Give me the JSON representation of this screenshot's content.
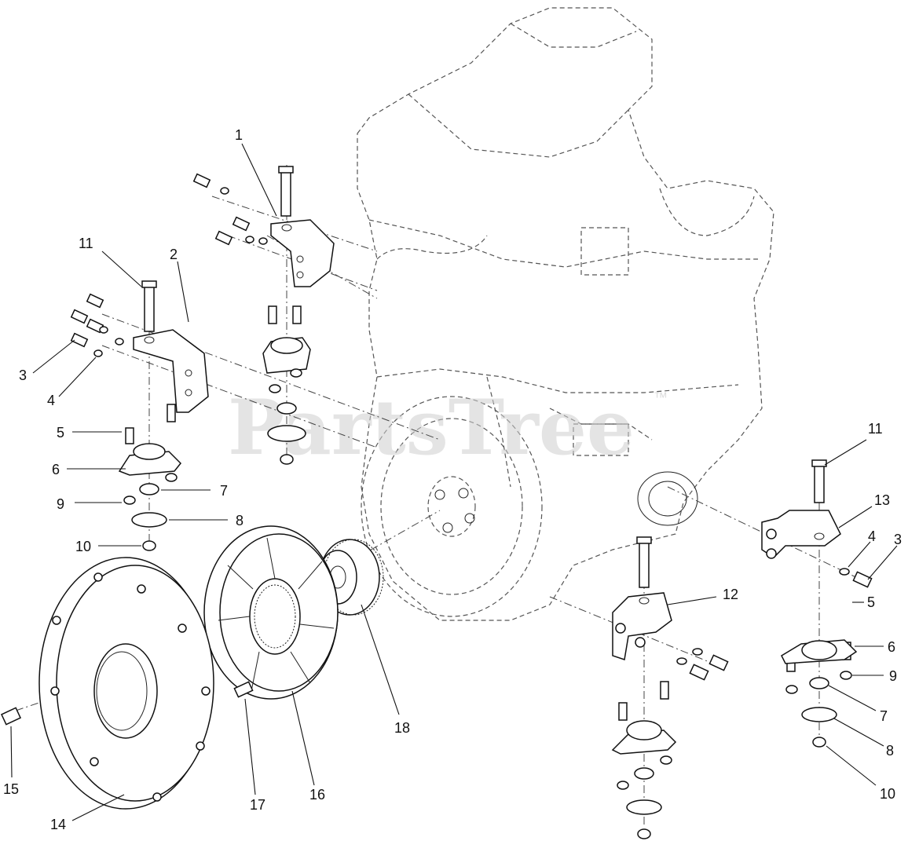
{
  "watermark": "PartsTree",
  "watermark_mark": "™",
  "callouts": [
    {
      "id": "c1",
      "text": "1"
    },
    {
      "id": "c2",
      "text": "2"
    },
    {
      "id": "c3a",
      "text": "3"
    },
    {
      "id": "c4a",
      "text": "4"
    },
    {
      "id": "c5a",
      "text": "5"
    },
    {
      "id": "c6a",
      "text": "6"
    },
    {
      "id": "c7a",
      "text": "7"
    },
    {
      "id": "c8a",
      "text": "8"
    },
    {
      "id": "c9a",
      "text": "9"
    },
    {
      "id": "c10a",
      "text": "10"
    },
    {
      "id": "c11a",
      "text": "11"
    },
    {
      "id": "c11b",
      "text": "11"
    },
    {
      "id": "c13",
      "text": "13"
    },
    {
      "id": "c4b",
      "text": "4"
    },
    {
      "id": "c3b",
      "text": "3"
    },
    {
      "id": "c12",
      "text": "12"
    },
    {
      "id": "c5b",
      "text": "5"
    },
    {
      "id": "c6b",
      "text": "6"
    },
    {
      "id": "c9b",
      "text": "9"
    },
    {
      "id": "c7b",
      "text": "7"
    },
    {
      "id": "c8b",
      "text": "8"
    },
    {
      "id": "c10b",
      "text": "10"
    },
    {
      "id": "c18",
      "text": "18"
    },
    {
      "id": "c17",
      "text": "17"
    },
    {
      "id": "c16",
      "text": "16"
    },
    {
      "id": "c15",
      "text": "15"
    },
    {
      "id": "c14",
      "text": "14"
    }
  ]
}
